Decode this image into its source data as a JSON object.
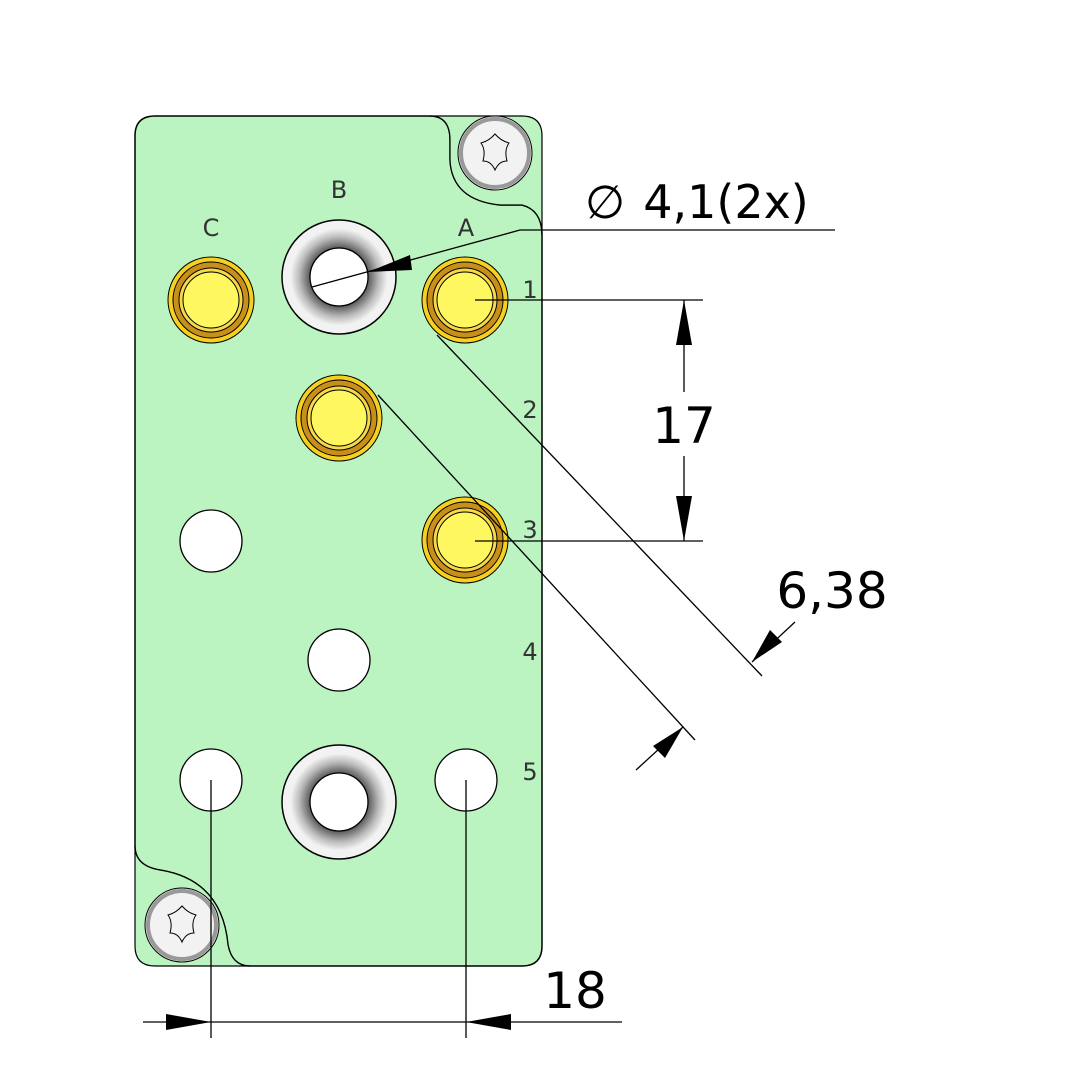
{
  "drawing": {
    "colors": {
      "plate": "#bbf3c1",
      "gold_outer": "#f5d020",
      "gold_ring": "#c8901a",
      "gold_center": "#fff760",
      "screw": "#efefef"
    },
    "port_labels": {
      "a": "A",
      "b": "B",
      "c": "C"
    },
    "row_labels": [
      "1",
      "2",
      "3",
      "4",
      "5"
    ],
    "dimensions": {
      "diameter": "4,1(2x)",
      "diameter_symbol": "∅",
      "vertical": "17",
      "diagonal": "6,38",
      "horizontal": "18"
    }
  }
}
